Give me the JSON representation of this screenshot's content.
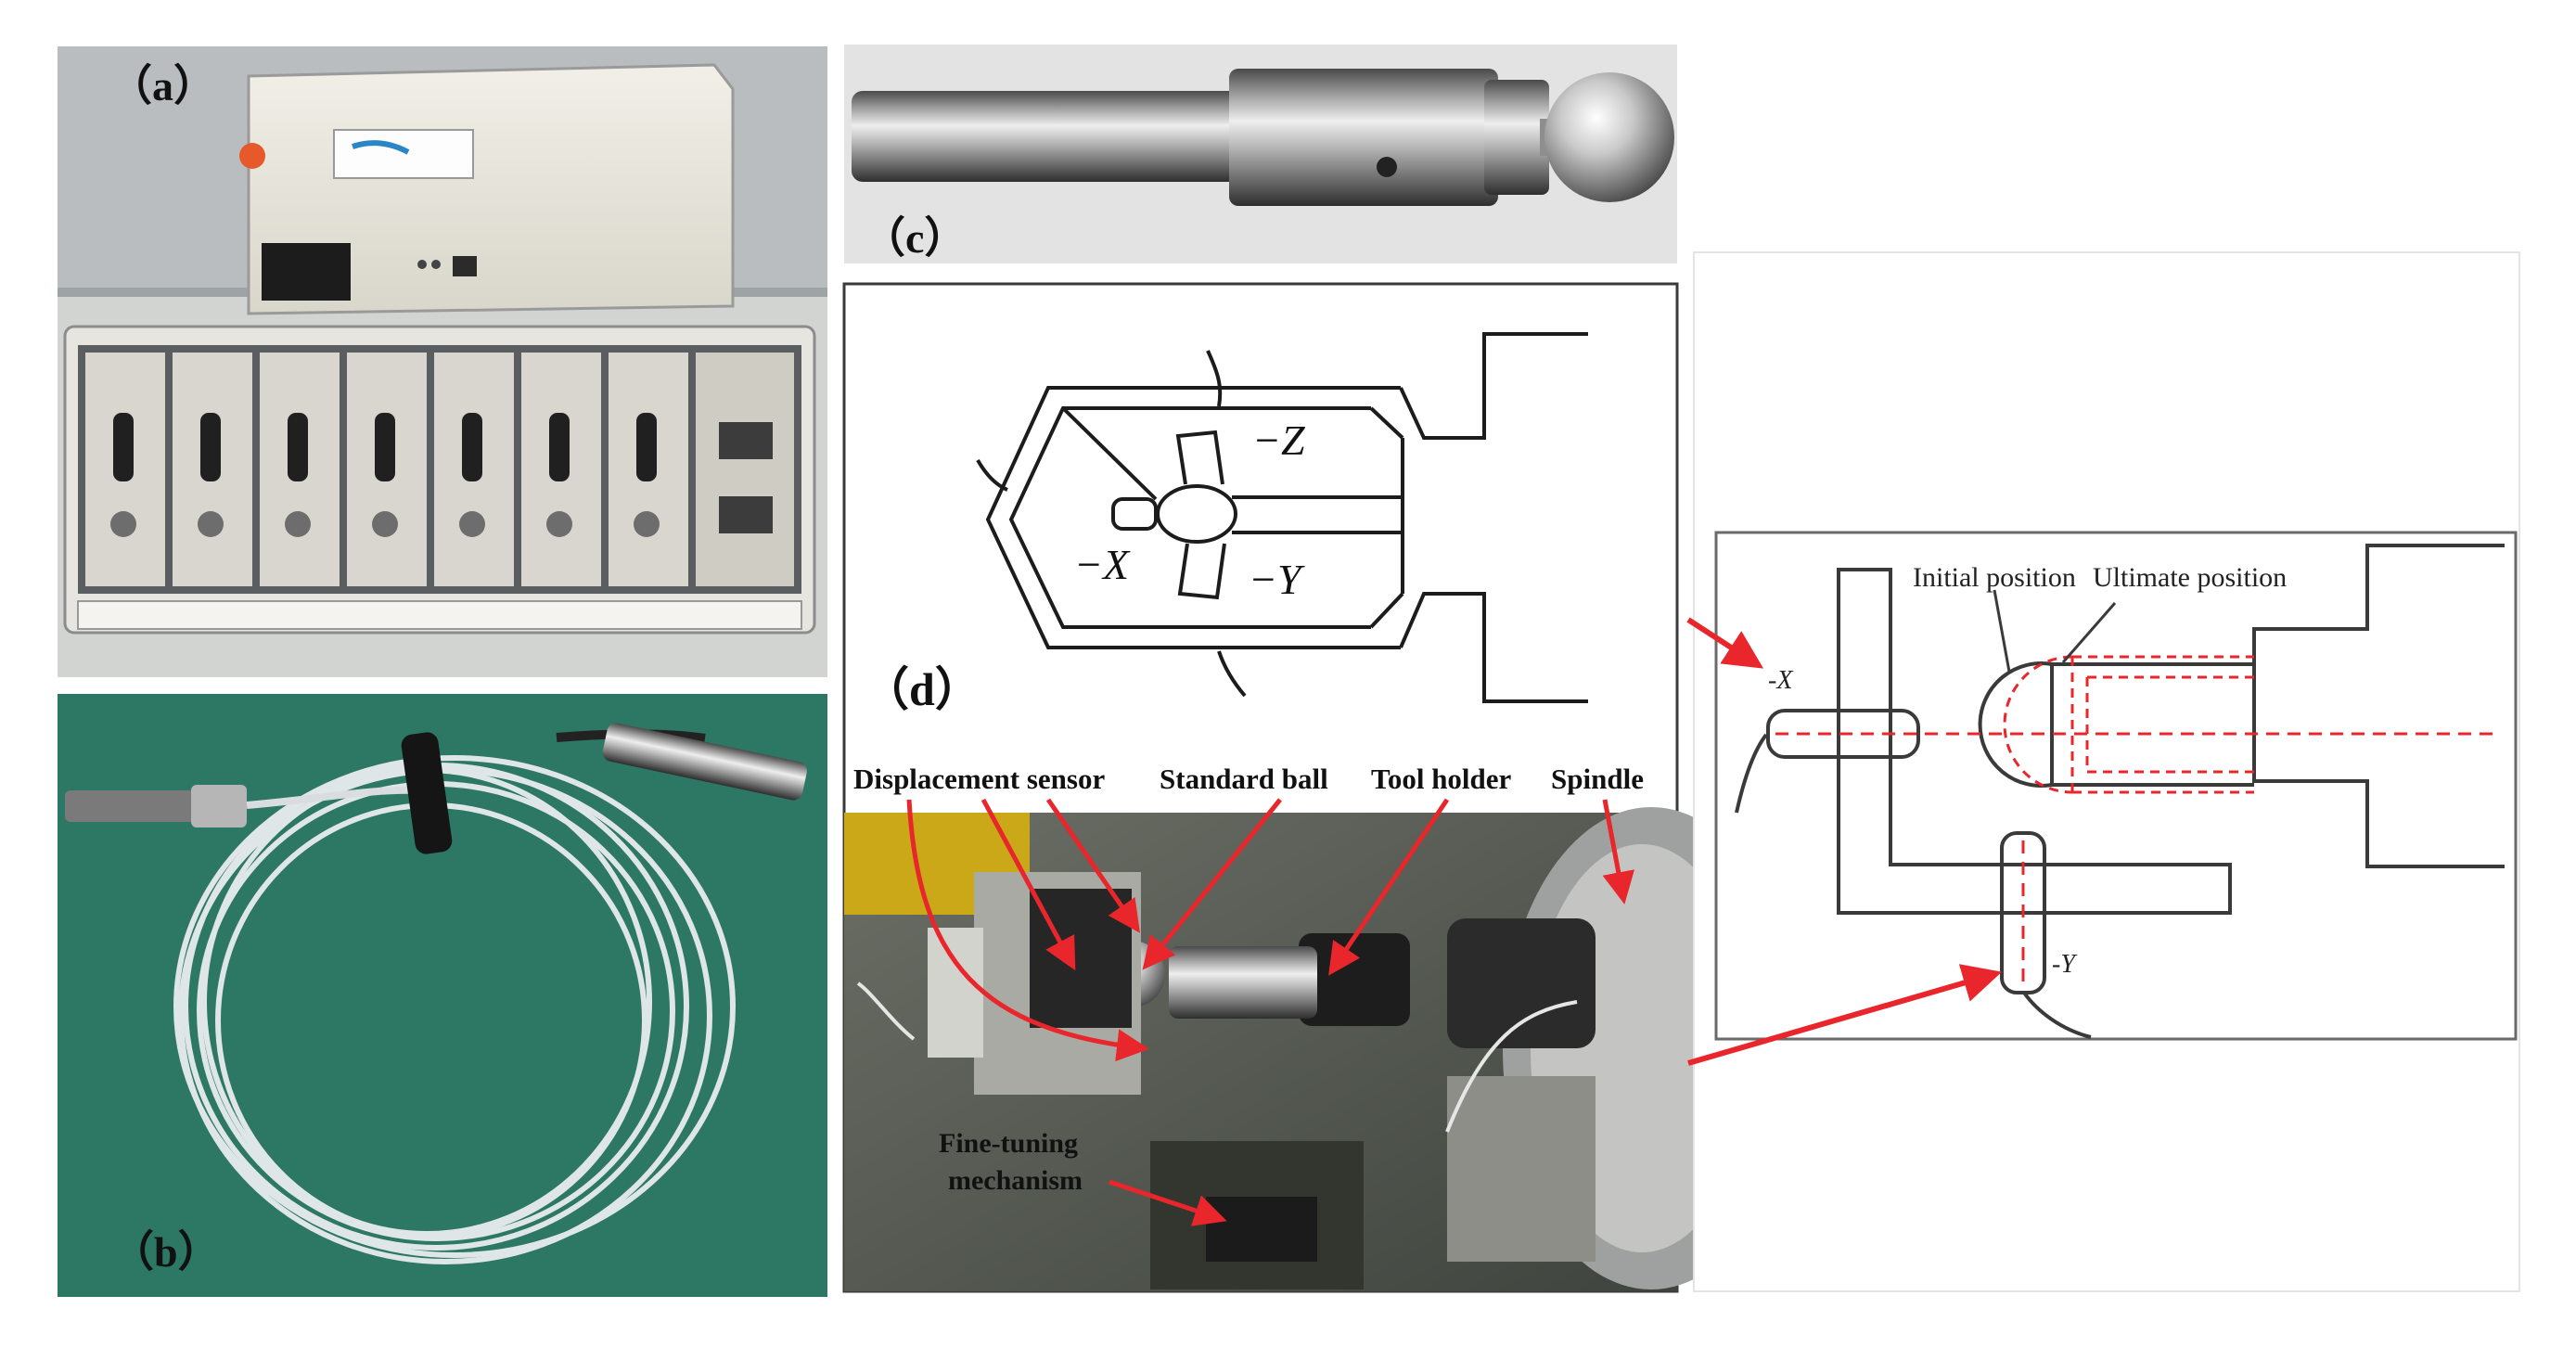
{
  "panels": {
    "a": {
      "label": "（a）"
    },
    "b": {
      "label": "（b）"
    },
    "c": {
      "label": "（c）"
    },
    "d": {
      "label": "（d）"
    }
  },
  "schematic_top": {
    "axis_minus_z": "−Z",
    "axis_minus_x": "−X",
    "axis_minus_y": "−Y"
  },
  "photo_labels": {
    "displacement_sensor": "Displacement sensor",
    "standard_ball": "Standard ball",
    "tool_holder": "Tool holder",
    "spindle": "Spindle",
    "fine_tuning_line1": "Fine-tuning",
    "fine_tuning_line2": "mechanism"
  },
  "schematic_right": {
    "initial_position": "Initial position",
    "ultimate_position": "Ultimate position",
    "axis_minus_x": "-X",
    "axis_minus_y": "-Y"
  },
  "colors": {
    "annotation_red": "#e8262b",
    "line_dark": "#3a3a3a",
    "frame_grey": "#c8c8c8"
  }
}
